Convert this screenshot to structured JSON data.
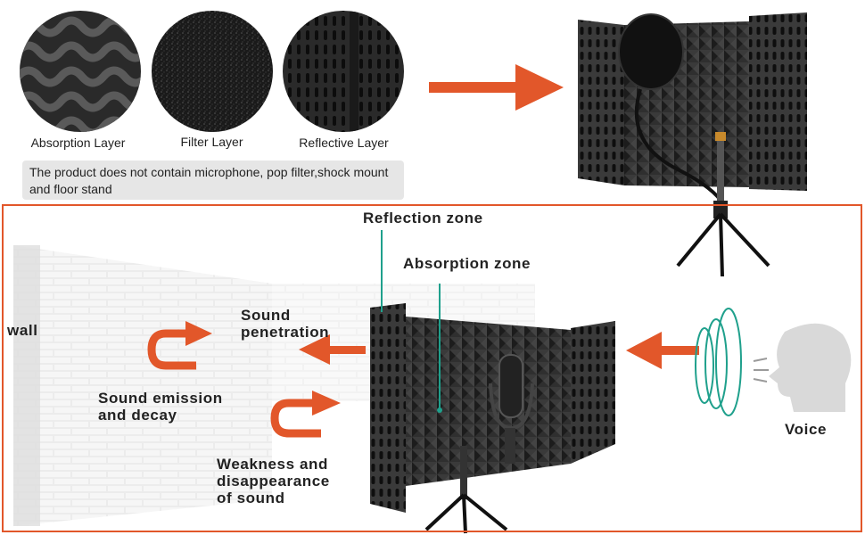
{
  "layers": {
    "absorption": "Absorption Layer",
    "filter": "Filter Layer",
    "reflective": "Reflective Layer"
  },
  "note": "The product does not contain microphone, pop filter,shock mount and floor stand",
  "diagram": {
    "reflection_zone": "Reflection zone",
    "absorption_zone": "Absorption zone",
    "wall": "wall",
    "sound_penetration_1": "Sound",
    "sound_penetration_2": "penetration",
    "emission_1": "Sound emission",
    "emission_2": "and decay",
    "weakness_1": "Weakness and",
    "weakness_2": "disappearance",
    "weakness_3": "of sound",
    "voice": "Voice"
  },
  "colors": {
    "accent": "#e2572a",
    "zone_line": "#1fa08c",
    "wave": "#1fa08c",
    "foam": "#2b2b2b"
  },
  "icons": [
    "wave-foam-icon",
    "filter-foam-icon",
    "perforated-metal-icon",
    "arrow-right-icon",
    "u-turn-arrow-icon",
    "sound-wave-icon",
    "human-head-icon",
    "microphone-icon",
    "tripod-icon"
  ]
}
